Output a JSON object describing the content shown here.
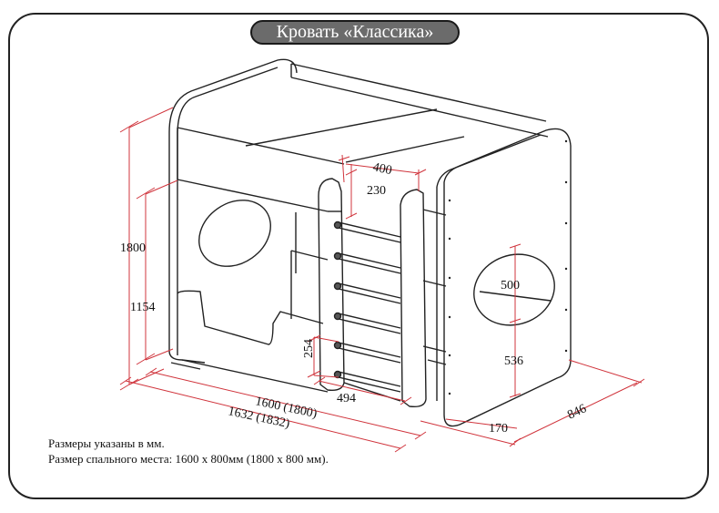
{
  "title": "Кровать «Классика»",
  "notes": [
    "Размеры указаны в мм.",
    "Размер спального места: 1600 х 800мм (1800 х 800 мм)."
  ],
  "dimensions": {
    "height_total": "1800",
    "height_lower": "1154",
    "ladder_width": "400",
    "ladder_top": "230",
    "step_bottom": "254",
    "ladder_depth": "494",
    "length_inner": "1600 (1800)",
    "length_outer": "1632 (1832)",
    "hole_diameter": "500",
    "hole_height": "536",
    "offset_170": "170",
    "depth_total": "846"
  },
  "colors": {
    "dimension_line": "#d0343c",
    "outline": "#222222",
    "title_bg": "#6b6b6b"
  }
}
